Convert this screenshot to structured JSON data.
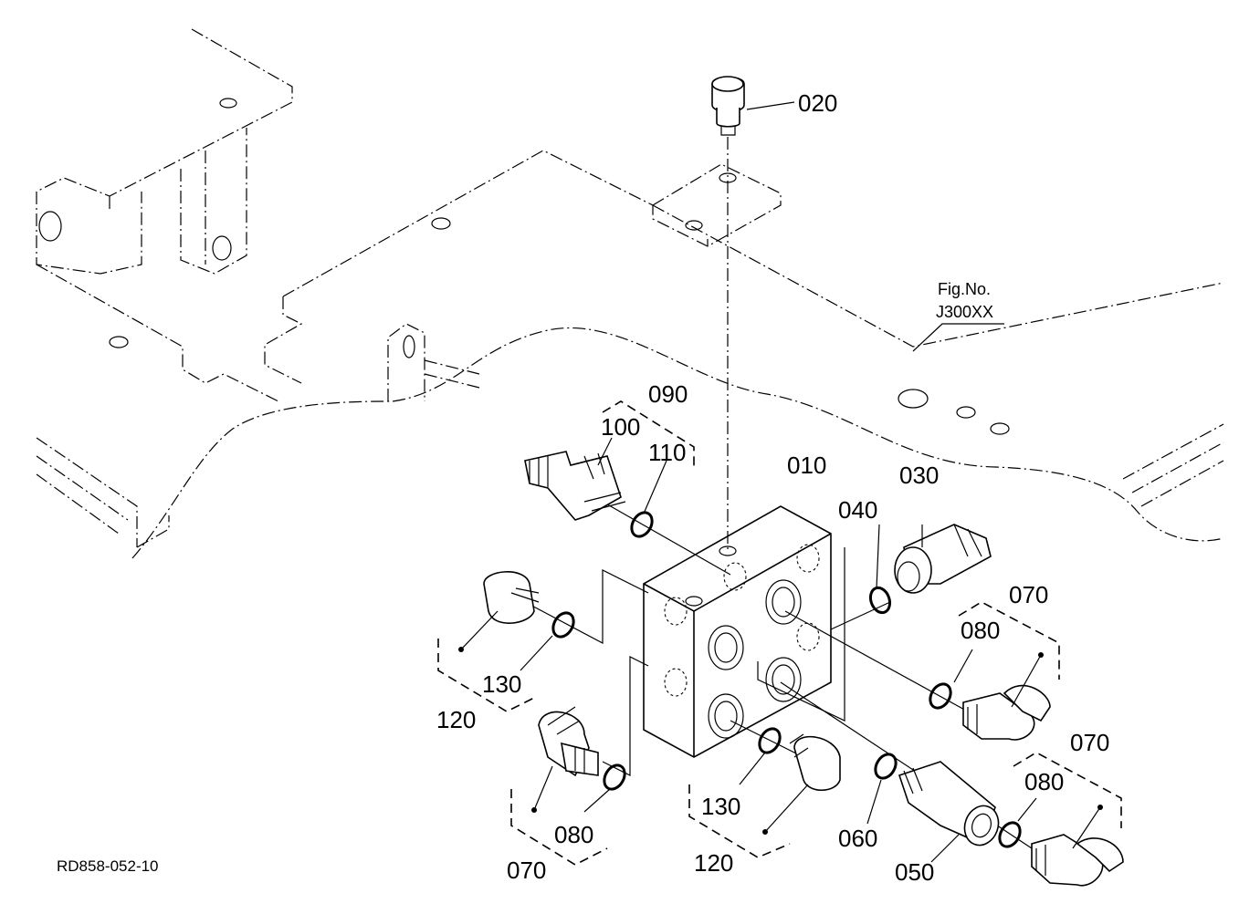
{
  "figure_ref": {
    "line1": "Fig.No.",
    "line2": "J300XX"
  },
  "drawing_code": "RD858-052-10",
  "parts": {
    "p010": "010",
    "p020": "020",
    "p030": "030",
    "p040": "040",
    "p050": "050",
    "p060": "060",
    "p070a": "070",
    "p070b": "070",
    "p070c": "070",
    "p080a": "080",
    "p080b": "080",
    "p080c": "080",
    "p090": "090",
    "p100": "100",
    "p110": "110",
    "p120a": "120",
    "p120b": "120",
    "p130a": "130",
    "p130b": "130"
  }
}
